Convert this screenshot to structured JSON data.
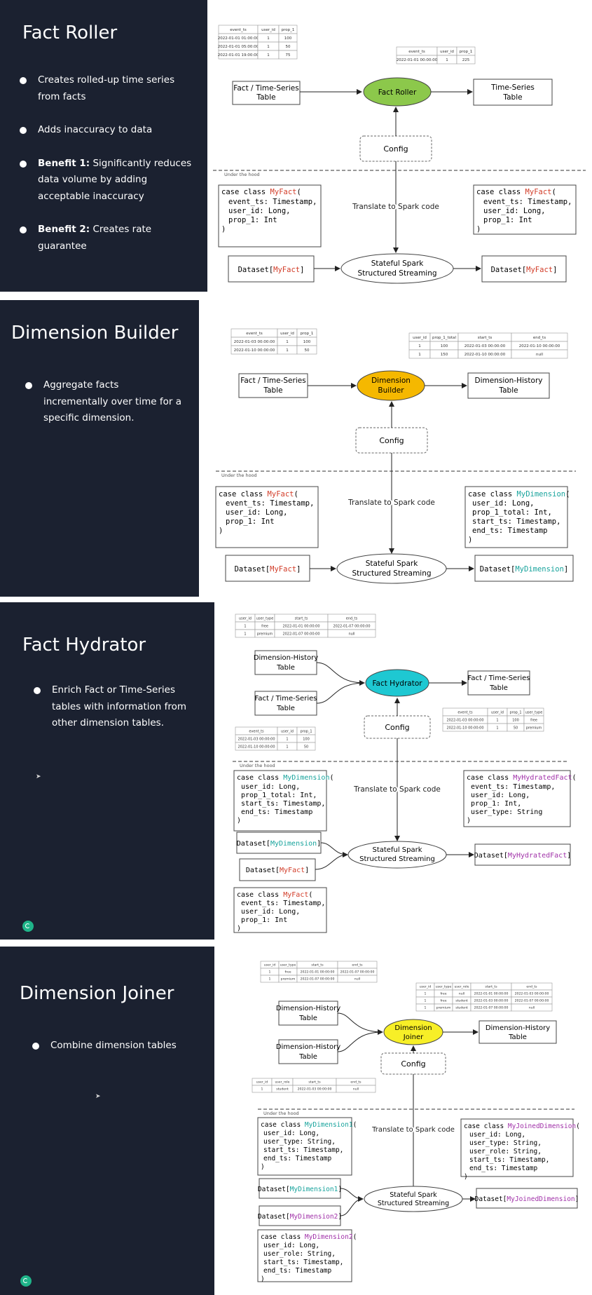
{
  "colors": {
    "panel": "#1b2130",
    "fact_roller": "#8cc84b",
    "dimension_builder": "#f5b800",
    "fact_hydrator": "#1ec8d2",
    "dimension_joiner": "#f7ef27",
    "type_red": "#d23c28",
    "type_teal": "#17a39c",
    "type_purple": "#a030a8"
  },
  "common": {
    "config": "Config",
    "translate": "Translate to Spark code",
    "under_hood": "Under the hood",
    "stream_l1": "Stateful Spark",
    "stream_l2": "Structured Streaming",
    "fact_ts_l1": "Fact / Time-Series",
    "table": "Table",
    "dim_hist_l1": "Dimension-History",
    "time_series_l1": "Time-Series",
    "dataset": "Dataset",
    "case_class": "case class ",
    "my_fact": "MyFact",
    "my_dimension": "MyDimension",
    "my_dimension1": "MyDimension1",
    "my_dimension2": "MyDimension2",
    "my_hydrated_fact": "MyHydratedFact",
    "my_joined_dimension": "MyJoinedDimension"
  },
  "code": {
    "event_ts": "event_ts: Timestamp,",
    "user_id": "user_id: Long,",
    "prop_1_int": "prop_1: Int",
    "prop_1_int_c": "prop_1: Int,",
    "prop_1_total": "prop_1_total: Int,",
    "start_ts": "start_ts: Timestamp,",
    "end_ts": "end_ts: Timestamp",
    "user_type_s": "user_type: String",
    "user_type_sc": "user_type: String,",
    "user_role_sc": "user_role: String,",
    "close": ")",
    "open": "("
  },
  "slides": [
    {
      "title": "Fact Roller",
      "bullets": [
        {
          "bold": "",
          "text": "Creates rolled-up time series from facts"
        },
        {
          "bold": "",
          "text": "Adds inaccuracy to data"
        },
        {
          "bold": "Benefit 1:",
          "text": " Significantly reduces data volume by adding acceptable inaccuracy"
        },
        {
          "bold": "Benefit 2:",
          "text": " Creates rate guarantee"
        }
      ],
      "node": "Fact Roller",
      "in_table": {
        "headers": [
          "event_ts",
          "user_id",
          "prop_1"
        ],
        "rows": [
          [
            "2022-01-01 01:00:00",
            "1",
            "100"
          ],
          [
            "2022-01-01 05:00:00",
            "1",
            "50"
          ],
          [
            "2022-01-01 19:00:00",
            "1",
            "75"
          ]
        ]
      },
      "out_table": {
        "headers": [
          "event_ts",
          "user_id",
          "prop_1"
        ],
        "rows": [
          [
            "2022-01-01 00:00:00",
            "1",
            "225"
          ]
        ]
      }
    },
    {
      "title": "Dimension Builder",
      "bullets": [
        {
          "bold": "",
          "text": "Aggregate facts incrementally over time for a specific dimension."
        }
      ],
      "node_l1": "Dimension",
      "node_l2": "Builder",
      "in_table": {
        "headers": [
          "event_ts",
          "user_id",
          "prop_1"
        ],
        "rows": [
          [
            "2022-01-03 00:00:00",
            "1",
            "100"
          ],
          [
            "2022-01-10 00:00:00",
            "1",
            "50"
          ]
        ]
      },
      "out_table": {
        "headers": [
          "user_id",
          "prop_1_total",
          "start_ts",
          "end_ts"
        ],
        "rows": [
          [
            "1",
            "100",
            "2022-01-03 00:00:00",
            "2022-01-10 00:00:00"
          ],
          [
            "1",
            "150",
            "2022-01-10 00:00:00",
            "null"
          ]
        ]
      }
    },
    {
      "title": "Fact Hydrator",
      "bullets": [
        {
          "bold": "",
          "text": "Enrich Fact or Time-Series tables with information from other dimension tables."
        }
      ],
      "node": "Fact Hydrator",
      "dim_table": {
        "headers": [
          "user_id",
          "user_type",
          "start_ts",
          "end_ts"
        ],
        "rows": [
          [
            "1",
            "free",
            "2022-01-01 00:00:00",
            "2022-01-07 00:00:00"
          ],
          [
            "1",
            "premium",
            "2022-01-07 00:00:00",
            "null"
          ]
        ]
      },
      "fact_table": {
        "headers": [
          "event_ts",
          "user_id",
          "prop_1"
        ],
        "rows": [
          [
            "2022-01-03 00:00:00",
            "1",
            "100"
          ],
          [
            "2022-01-10 00:00:00",
            "1",
            "50"
          ]
        ]
      },
      "out_table": {
        "headers": [
          "event_ts",
          "user_id",
          "prop_1",
          "user_type"
        ],
        "rows": [
          [
            "2022-01-03 00:00:00",
            "1",
            "100",
            "free"
          ],
          [
            "2022-01-10 00:00:00",
            "1",
            "50",
            "premium"
          ]
        ]
      }
    },
    {
      "title": "Dimension Joiner",
      "bullets": [
        {
          "bold": "",
          "text": "Combine dimension tables"
        }
      ],
      "node_l1": "Dimension",
      "node_l2": "Joiner",
      "dim1_table": {
        "headers": [
          "user_id",
          "user_type",
          "start_ts",
          "end_ts"
        ],
        "rows": [
          [
            "1",
            "free",
            "2022-01-01 00:00:00",
            "2022-01-07 00:00:00"
          ],
          [
            "1",
            "premium",
            "2022-01-07 00:00:00",
            "null"
          ]
        ]
      },
      "dim2_table": {
        "headers": [
          "user_id",
          "user_role",
          "start_ts",
          "end_ts"
        ],
        "rows": [
          [
            "1",
            "student",
            "2022-01-03 00:00:00",
            "null"
          ]
        ]
      },
      "out_table": {
        "headers": [
          "user_id",
          "user_type",
          "user_role",
          "start_ts",
          "end_ts"
        ],
        "rows": [
          [
            "1",
            "free",
            "null",
            "2022-01-01 00:00:00",
            "2022-01-03 00:00:00"
          ],
          [
            "1",
            "free",
            "student",
            "2022-01-03 00:00:00",
            "2022-01-07 00:00:00"
          ],
          [
            "1",
            "premium",
            "student",
            "2022-01-07 00:00:00",
            "null"
          ]
        ]
      }
    }
  ]
}
